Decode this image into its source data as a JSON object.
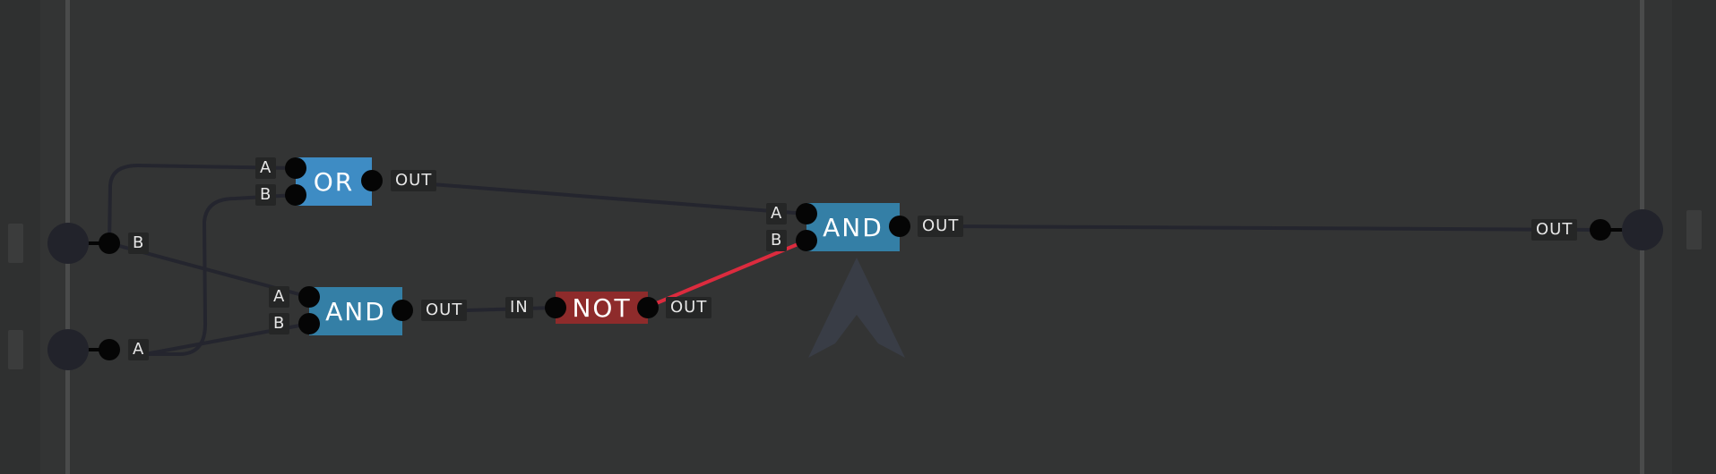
{
  "colors": {
    "background": "#333434",
    "wire": "#24252e",
    "wire_active": "#dc2b3e",
    "or_gate": "#3e8cc4",
    "and_gate": "#347fa6",
    "not_gate": "#8e2b2b",
    "pin": "#050505",
    "label_bg": "#252626"
  },
  "inputs": [
    {
      "label": "B"
    },
    {
      "label": "A"
    }
  ],
  "gates": {
    "or1": {
      "type": "OR",
      "in_a": "A",
      "in_b": "B",
      "out": "OUT"
    },
    "and1": {
      "type": "AND",
      "in_a": "A",
      "in_b": "B",
      "out": "OUT"
    },
    "not1": {
      "type": "NOT",
      "in": "IN",
      "out": "OUT"
    },
    "and2": {
      "type": "AND",
      "in_a": "A",
      "in_b": "B",
      "out": "OUT"
    }
  },
  "output": {
    "label": "OUT"
  },
  "watermark_icon": "arch-logo-icon"
}
